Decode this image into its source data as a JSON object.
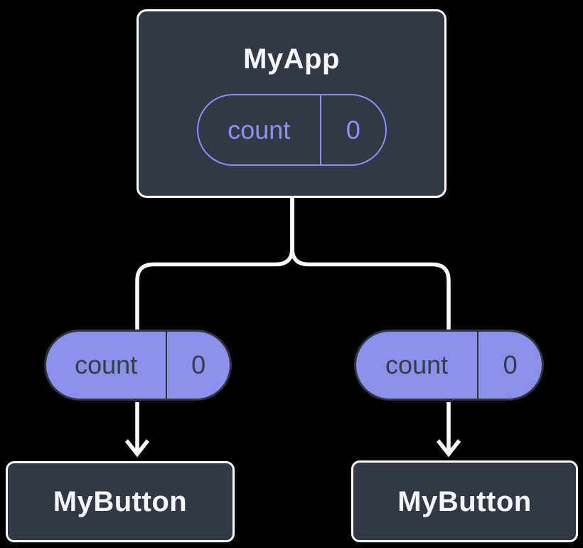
{
  "diagram": {
    "root": {
      "title": "MyApp",
      "state": {
        "label": "count",
        "value": "0"
      }
    },
    "children": [
      {
        "title": "MyButton",
        "prop": {
          "label": "count",
          "value": "0"
        }
      },
      {
        "title": "MyButton",
        "prop": {
          "label": "count",
          "value": "0"
        }
      }
    ]
  },
  "colors": {
    "canvas_bg": "#000000",
    "card_bg": "#323944",
    "card_border": "#ffffff",
    "accent_purple": "#8a90f5",
    "pill_fill": "#8b90ea",
    "pill_dark": "#2e333d",
    "pill_dark_text": "#363d49",
    "text_light": "#f6f7f9",
    "line_white": "#ffffff"
  }
}
